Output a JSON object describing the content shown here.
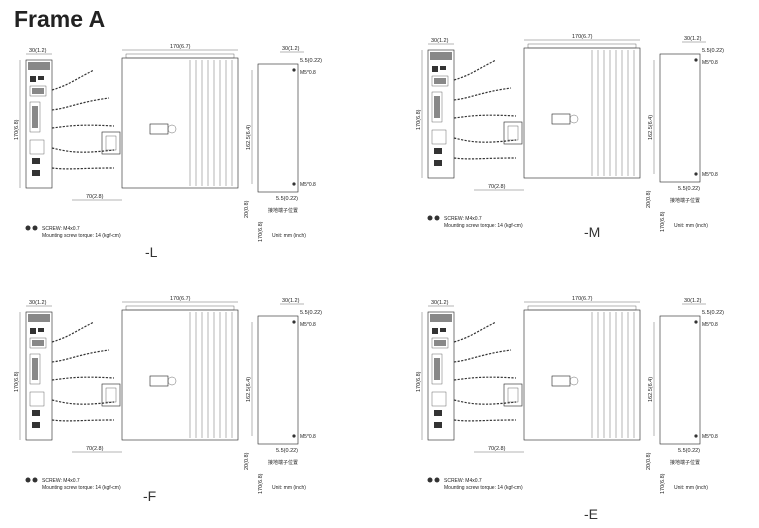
{
  "page": {
    "title": "Frame A"
  },
  "panels": [
    {
      "variant": "-L"
    },
    {
      "variant": "-M"
    },
    {
      "variant": "-F"
    },
    {
      "variant": "-E"
    }
  ],
  "dims": {
    "side_width": "30(1.2)",
    "length": "170(6.7)",
    "depth": "70(2.8)",
    "height": "170(6.8)",
    "mount_h": "162.5(6.4)",
    "offset": "5.5(0.22)",
    "bottom": "20(0.8)",
    "screw_m": "M5*0.8",
    "ground_note": "接地端子位置"
  },
  "notes": {
    "screw": "SCREW: M4x0.7",
    "torque": "Mounting screw torque: 14 (kgf-cm)",
    "unit": "Unit: mm (inch)"
  }
}
